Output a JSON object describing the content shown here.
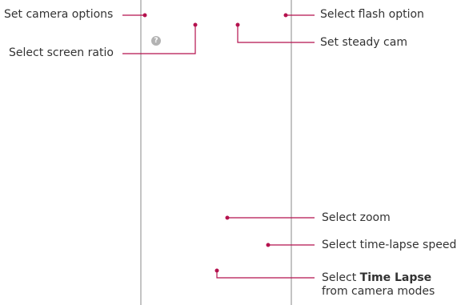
{
  "callouts": {
    "camera_options": "Set camera options",
    "screen_ratio": "Select screen ratio",
    "flash_option": "Select flash option",
    "steady_cam": "Set steady cam",
    "zoom": "Select zoom",
    "time_lapse_speed": "Select time-lapse speed",
    "time_lapse_prefix": "Select ",
    "time_lapse_bold": "Time Lapse",
    "time_lapse_line2": "from camera modes"
  },
  "help_badge_glyph": "?",
  "colors": {
    "callout_line": "#b5124e",
    "phone_outline": "#8a8a8a",
    "text": "#333333",
    "badge": "#b3b3b3"
  }
}
